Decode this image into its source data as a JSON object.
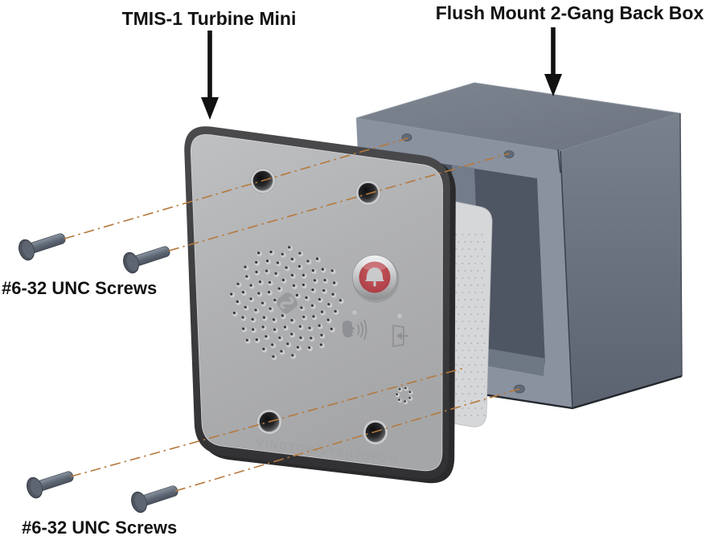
{
  "labels": {
    "device": "TMIS-1 Turbine Mini",
    "backbox": "Flush Mount 2-Gang Back Box",
    "screws_upper": "#6-32 UNC Screws",
    "screws_lower": "#6-32 UNC Screws"
  },
  "faceplate": {
    "brand": "VINGTOR-STENTOFON",
    "icons": {
      "button": "bell-icon",
      "speech": "talk-icon",
      "door": "door-release-icon",
      "logo": "stentofon-logo"
    }
  },
  "colors": {
    "leader_line": "#b5793c",
    "button_red": "#b2434a",
    "plate_gray": "#b0b1b3",
    "gasket_dark": "#3a3a3d",
    "box_gray": "#747c88",
    "label_text": "#121212"
  }
}
